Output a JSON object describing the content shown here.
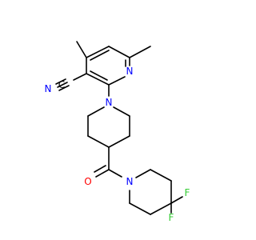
{
  "molecule": {
    "atoms": {
      "n_pyridine": {
        "symbol": "N",
        "color": "#0000ff"
      },
      "n_nitrile": {
        "symbol": "N",
        "color": "#0000ff"
      },
      "c_nitrile": {
        "symbol": "C",
        "color": "#000000"
      },
      "n_piperidine": {
        "symbol": "N",
        "color": "#0000ff"
      },
      "o_carbonyl": {
        "symbol": "O",
        "color": "#ff0000"
      },
      "n_difluoropiperidine": {
        "symbol": "N",
        "color": "#0000ff"
      },
      "f_upper": {
        "symbol": "F",
        "color": "#33cc33"
      },
      "f_lower": {
        "symbol": "F",
        "color": "#33cc33"
      }
    },
    "colors": {
      "bond": "#000000",
      "nitrogen": "#0000ff",
      "oxygen": "#ff0000",
      "fluorine": "#33cc33"
    }
  }
}
